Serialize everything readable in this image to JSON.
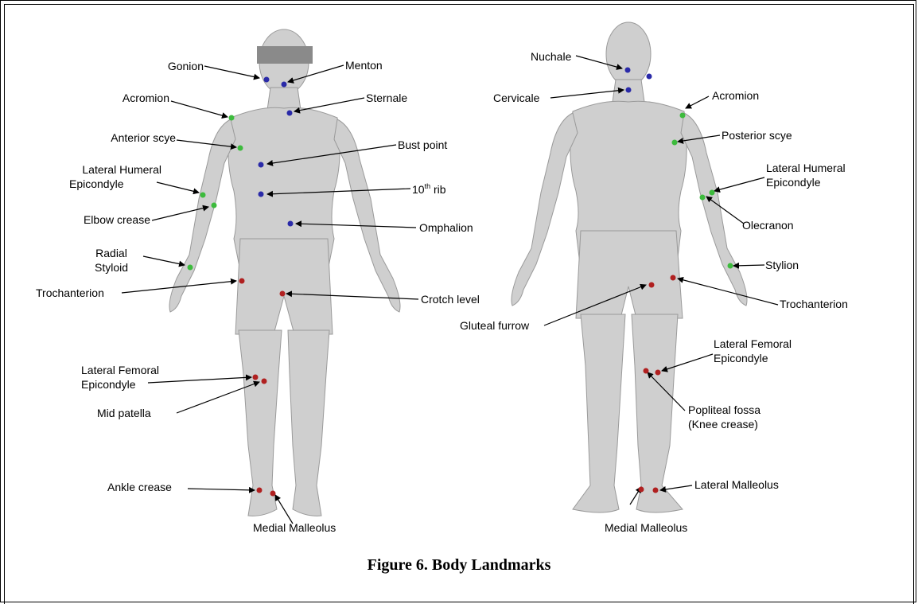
{
  "figure": {
    "caption": "Figure 6. Body Landmarks"
  },
  "front_view": {
    "labels": {
      "gonion": "Gonion",
      "menton": "Menton",
      "acromion": "Acromion",
      "sternale": "Sternale",
      "anterior_scye": "Anterior scye",
      "bust_point": "Bust point",
      "lateral_humeral_epicondyle_1": "Lateral Humeral",
      "lateral_humeral_epicondyle_2": "Epicondyle",
      "tenth_rib": "10",
      "tenth_rib_sup": "th",
      "tenth_rib_suffix": " rib",
      "elbow_crease": "Elbow crease",
      "omphalion": "Omphalion",
      "radial_styloid_1": "Radial",
      "radial_styloid_2": "Styloid",
      "trochanterion": "Trochanterion",
      "crotch_level": "Crotch level",
      "lateral_femoral_epicondyle_1": "Lateral Femoral",
      "lateral_femoral_epicondyle_2": "Epicondyle",
      "mid_patella": "Mid patella",
      "ankle_crease": "Ankle crease",
      "medial_malleolus": "Medial Malleolus"
    }
  },
  "back_view": {
    "labels": {
      "nuchale": "Nuchale",
      "cervicale": "Cervicale",
      "acromion": "Acromion",
      "posterior_scye": "Posterior scye",
      "lateral_humeral_epicondyle_1": "Lateral Humeral",
      "lateral_humeral_epicondyle_2": "Epicondyle",
      "olecranon": "Olecranon",
      "stylion": "Stylion",
      "trochanterion": "Trochanterion",
      "gluteal_furrow": "Gluteal furrow",
      "lateral_femoral_epicondyle_1": "Lateral Femoral",
      "lateral_femoral_epicondyle_2": "Epicondyle",
      "popliteal_fossa_1": "Popliteal fossa",
      "popliteal_fossa_2": "(Knee crease)",
      "lateral_malleolus": "Lateral Malleolus",
      "medial_malleolus": "Medial Malleolus"
    }
  },
  "colors": {
    "upper_landmark": "#2a2aa8",
    "arm_landmark": "#3dbb3d",
    "lower_landmark": "#b02020",
    "body_fill": "#cfcfcf",
    "privacy_bar": "#8a8a8a"
  }
}
